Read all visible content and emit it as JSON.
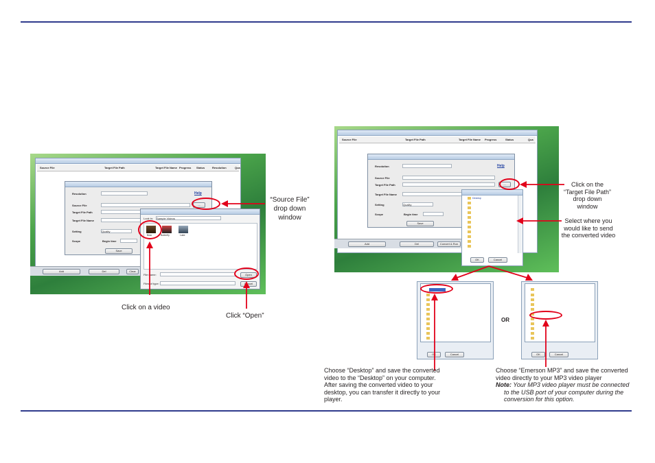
{
  "callouts": {
    "source_file_line1": "“Source File”",
    "source_file_line2": "drop down",
    "source_file_line3": "window",
    "click_video": "Click on a video",
    "click_open": "Click “Open”",
    "target_path_line1": "Click on the",
    "target_path_line2": "“Target File Path”",
    "target_path_line3": "drop down",
    "target_path_line4": "window",
    "select_where_line1": "Select where you",
    "select_where_line2": "would like to send",
    "select_where_line3": "the converted video",
    "or_label": "OR",
    "desktop_line1": "Choose “Desktop” and save the converted",
    "desktop_line2": "video to the “Desktop” on your computer.",
    "desktop_line3": "After saving the converted video to your",
    "desktop_line4": "desktop, you can transfer it directly to your",
    "desktop_line5": "player.",
    "emerson_line1": "Choose “Emerson MP3” and save the converted",
    "emerson_line2": "video directly to your MP3 video player",
    "note_label": "Note:",
    "note_line1": " Your MP3 video player must be connected",
    "note_line2": "to the USB port of your computer during the",
    "note_line3": "conversion for this option."
  },
  "screenshot_left": {
    "columns": [
      "Source File",
      "Target File Path",
      "Target File Name",
      "Progress",
      "Status",
      "Resolution",
      "Qua"
    ],
    "dialog_labels": [
      "Resolution",
      "Source File",
      "Target File Path",
      "Target File Name",
      "Setting",
      "Scope"
    ],
    "help": "Help",
    "setting_value": "Quality",
    "begin_label": "Begin time",
    "save_button": "Save",
    "open_dialog_lookin": "Look in:",
    "folder_value": "Sample Videos",
    "file_name_label": "File name:",
    "file_type_label": "Files of type:",
    "open_button": "Open",
    "cancel_button": "Cancel",
    "thumbs": [
      "Bear",
      "Butterfly",
      "Lake"
    ],
    "taskbar_buttons": [
      "Add",
      "Del",
      "Clear"
    ]
  },
  "screenshot_right": {
    "columns": [
      "Source File",
      "Target File Path",
      "Target File Name",
      "Progress",
      "Status",
      "Qua"
    ],
    "dialog_labels": [
      "Resolution",
      "Source File",
      "Target File Path",
      "Target File Name",
      "Setting",
      "Scope"
    ],
    "help": "Help",
    "setting_value": "Quality",
    "begin_label": "Begin time",
    "save_button": "Save",
    "ok_button": "OK",
    "cancel_button": "Cancel",
    "taskbar_buttons": [
      "Add",
      "Del",
      "Convert & Run"
    ]
  }
}
